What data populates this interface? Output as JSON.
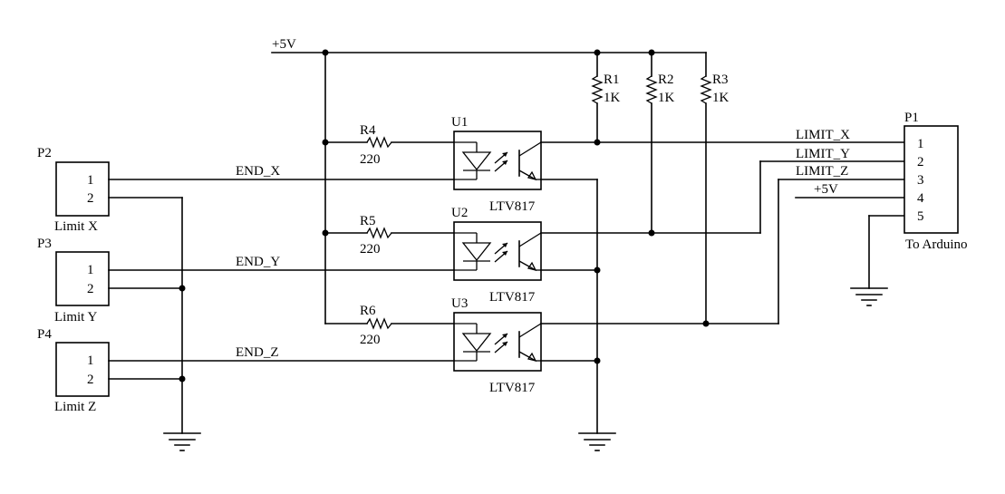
{
  "supply": {
    "label": "+5V"
  },
  "connectors": {
    "p2": {
      "ref": "P2",
      "name": "Limit X",
      "pins": [
        "1",
        "2"
      ]
    },
    "p3": {
      "ref": "P3",
      "name": "Limit Y",
      "pins": [
        "1",
        "2"
      ]
    },
    "p4": {
      "ref": "P4",
      "name": "Limit Z",
      "pins": [
        "1",
        "2"
      ]
    },
    "p1": {
      "ref": "P1",
      "name": "To Arduino",
      "pins": [
        "1",
        "2",
        "3",
        "4",
        "5"
      ]
    }
  },
  "nets": {
    "end_x": "END_X",
    "end_y": "END_Y",
    "end_z": "END_Z",
    "limit_x": "LIMIT_X",
    "limit_y": "LIMIT_Y",
    "limit_z": "LIMIT_Z",
    "p1_pin4": "+5V"
  },
  "resistors": {
    "r1": {
      "ref": "R1",
      "value": "1K"
    },
    "r2": {
      "ref": "R2",
      "value": "1K"
    },
    "r3": {
      "ref": "R3",
      "value": "1K"
    },
    "r4": {
      "ref": "R4",
      "value": "220"
    },
    "r5": {
      "ref": "R5",
      "value": "220"
    },
    "r6": {
      "ref": "R6",
      "value": "220"
    }
  },
  "optocouplers": {
    "u1": {
      "ref": "U1",
      "part": "LTV817"
    },
    "u2": {
      "ref": "U2",
      "part": "LTV817"
    },
    "u3": {
      "ref": "U3",
      "part": "LTV817"
    }
  }
}
